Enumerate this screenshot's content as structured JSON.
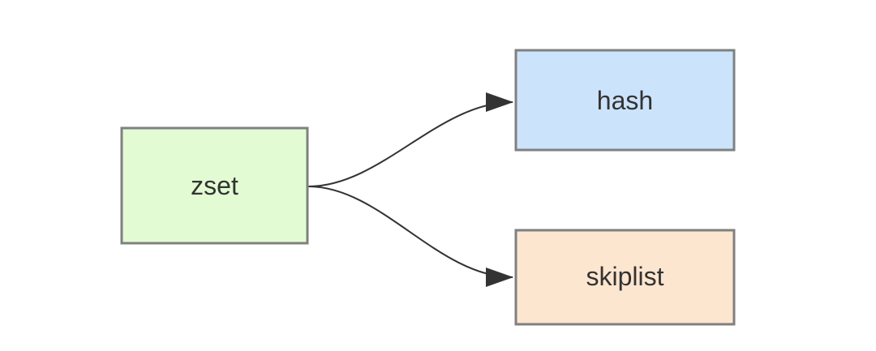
{
  "nodes": {
    "zset": {
      "label": "zset",
      "fill": "#e2fbd3"
    },
    "hash": {
      "label": "hash",
      "fill": "#cce4fb"
    },
    "skiplist": {
      "label": "skiplist",
      "fill": "#fde6cf"
    }
  },
  "edges": [
    {
      "from": "zset",
      "to": "hash"
    },
    {
      "from": "zset",
      "to": "skiplist"
    }
  ],
  "colors": {
    "node_border": "#808080",
    "edge": "#333333",
    "text": "#333333"
  }
}
